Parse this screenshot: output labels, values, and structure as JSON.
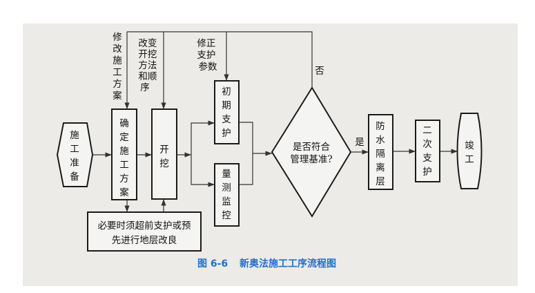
{
  "nodes": {
    "start": "施工准备",
    "plan": "确定施工方案",
    "excavate": "开挖",
    "support": "初期支护",
    "monitor": "量测监控",
    "pre_support": [
      "必要时须超前支护或预",
      "先进行地层改良"
    ],
    "decision": [
      "是否符合",
      "管理基准?"
    ],
    "waterproof": "防水隔离层",
    "secondary": "二次支护",
    "finish": "竣工"
  },
  "feedback_labels": {
    "modify_plan": "修改施工方案",
    "change_method": [
      "改变",
      "开挖",
      "方法",
      "和顺",
      "序"
    ],
    "adjust_support": [
      "修正",
      "支护",
      "参数"
    ]
  },
  "branch_labels": {
    "no": "否",
    "yes": "是"
  },
  "caption": {
    "number": "图 6-6",
    "title": "新奥法施工工序流程图"
  },
  "colors": {
    "caption": "#1f6fd1",
    "paper": "#ecebe8"
  }
}
